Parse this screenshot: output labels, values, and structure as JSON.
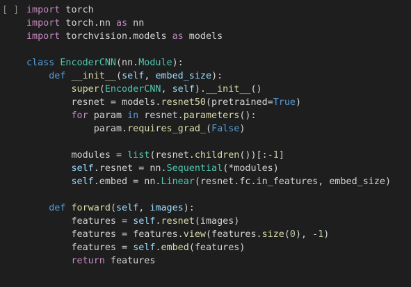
{
  "cell": {
    "run_indicator": "[ ]",
    "lines": [
      [
        {
          "t": "import",
          "c": "ctl"
        },
        {
          "t": " torch",
          "c": "txt"
        }
      ],
      [
        {
          "t": "import",
          "c": "ctl"
        },
        {
          "t": " torch.nn ",
          "c": "txt"
        },
        {
          "t": "as",
          "c": "ctl"
        },
        {
          "t": " nn",
          "c": "txt"
        }
      ],
      [
        {
          "t": "import",
          "c": "ctl"
        },
        {
          "t": " torchvision.models ",
          "c": "txt"
        },
        {
          "t": "as",
          "c": "ctl"
        },
        {
          "t": " models",
          "c": "txt"
        }
      ],
      [],
      [
        {
          "t": "class",
          "c": "kw"
        },
        {
          "t": " ",
          "c": "txt"
        },
        {
          "t": "EncoderCNN",
          "c": "cls"
        },
        {
          "t": "(nn.",
          "c": "txt"
        },
        {
          "t": "Module",
          "c": "cls"
        },
        {
          "t": "):",
          "c": "txt"
        }
      ],
      [
        {
          "t": "    ",
          "c": "txt"
        },
        {
          "t": "def",
          "c": "kw"
        },
        {
          "t": " ",
          "c": "txt"
        },
        {
          "t": "__init__",
          "c": "fn"
        },
        {
          "t": "(",
          "c": "txt"
        },
        {
          "t": "self",
          "c": "var"
        },
        {
          "t": ", ",
          "c": "txt"
        },
        {
          "t": "embed_size",
          "c": "var"
        },
        {
          "t": "):",
          "c": "txt"
        }
      ],
      [
        {
          "t": "        ",
          "c": "txt"
        },
        {
          "t": "super",
          "c": "fn"
        },
        {
          "t": "(",
          "c": "txt"
        },
        {
          "t": "EncoderCNN",
          "c": "cls"
        },
        {
          "t": ", ",
          "c": "txt"
        },
        {
          "t": "self",
          "c": "var"
        },
        {
          "t": ").",
          "c": "txt"
        },
        {
          "t": "__init__",
          "c": "fn"
        },
        {
          "t": "()",
          "c": "txt"
        }
      ],
      [
        {
          "t": "        resnet = models.",
          "c": "txt"
        },
        {
          "t": "resnet50",
          "c": "fn"
        },
        {
          "t": "(pretrained=",
          "c": "txt"
        },
        {
          "t": "True",
          "c": "kw"
        },
        {
          "t": ")",
          "c": "txt"
        }
      ],
      [
        {
          "t": "        ",
          "c": "txt"
        },
        {
          "t": "for",
          "c": "ctl"
        },
        {
          "t": " param ",
          "c": "txt"
        },
        {
          "t": "in",
          "c": "kw"
        },
        {
          "t": " resnet.",
          "c": "txt"
        },
        {
          "t": "parameters",
          "c": "fn"
        },
        {
          "t": "():",
          "c": "txt"
        }
      ],
      [
        {
          "t": "            param.",
          "c": "txt"
        },
        {
          "t": "requires_grad_",
          "c": "fn"
        },
        {
          "t": "(",
          "c": "txt"
        },
        {
          "t": "False",
          "c": "kw"
        },
        {
          "t": ")",
          "c": "txt"
        }
      ],
      [],
      [
        {
          "t": "        modules = ",
          "c": "txt"
        },
        {
          "t": "list",
          "c": "cls"
        },
        {
          "t": "(resnet.",
          "c": "txt"
        },
        {
          "t": "children",
          "c": "fn"
        },
        {
          "t": "())[:",
          "c": "txt"
        },
        {
          "t": "-1",
          "c": "num"
        },
        {
          "t": "]",
          "c": "txt"
        }
      ],
      [
        {
          "t": "        ",
          "c": "txt"
        },
        {
          "t": "self",
          "c": "var"
        },
        {
          "t": ".resnet = nn.",
          "c": "txt"
        },
        {
          "t": "Sequential",
          "c": "cls"
        },
        {
          "t": "(*modules)",
          "c": "txt"
        }
      ],
      [
        {
          "t": "        ",
          "c": "txt"
        },
        {
          "t": "self",
          "c": "var"
        },
        {
          "t": ".embed = nn.",
          "c": "txt"
        },
        {
          "t": "Linear",
          "c": "cls"
        },
        {
          "t": "(resnet.fc.in_features, embed_size)",
          "c": "txt"
        }
      ],
      [],
      [
        {
          "t": "    ",
          "c": "txt"
        },
        {
          "t": "def",
          "c": "kw"
        },
        {
          "t": " ",
          "c": "txt"
        },
        {
          "t": "forward",
          "c": "fn"
        },
        {
          "t": "(",
          "c": "txt"
        },
        {
          "t": "self",
          "c": "var"
        },
        {
          "t": ", ",
          "c": "txt"
        },
        {
          "t": "images",
          "c": "var"
        },
        {
          "t": "):",
          "c": "txt"
        }
      ],
      [
        {
          "t": "        features = ",
          "c": "txt"
        },
        {
          "t": "self",
          "c": "var"
        },
        {
          "t": ".",
          "c": "txt"
        },
        {
          "t": "resnet",
          "c": "fn"
        },
        {
          "t": "(images)",
          "c": "txt"
        }
      ],
      [
        {
          "t": "        features = features.",
          "c": "txt"
        },
        {
          "t": "view",
          "c": "fn"
        },
        {
          "t": "(features.",
          "c": "txt"
        },
        {
          "t": "size",
          "c": "fn"
        },
        {
          "t": "(",
          "c": "txt"
        },
        {
          "t": "0",
          "c": "num"
        },
        {
          "t": "), ",
          "c": "txt"
        },
        {
          "t": "-1",
          "c": "num"
        },
        {
          "t": ")",
          "c": "txt"
        }
      ],
      [
        {
          "t": "        features = ",
          "c": "txt"
        },
        {
          "t": "self",
          "c": "var"
        },
        {
          "t": ".",
          "c": "txt"
        },
        {
          "t": "embed",
          "c": "fn"
        },
        {
          "t": "(features)",
          "c": "txt"
        }
      ],
      [
        {
          "t": "        ",
          "c": "txt"
        },
        {
          "t": "return",
          "c": "ctl"
        },
        {
          "t": " features",
          "c": "txt"
        }
      ]
    ]
  },
  "colors": {
    "background": "#1e1e1e",
    "keyword": "#569cd6",
    "control": "#c586c0",
    "function": "#dcdcaa",
    "class": "#4ec9b0",
    "variable": "#9cdcfe",
    "number": "#b5cea8",
    "text": "#d4d4d4"
  }
}
